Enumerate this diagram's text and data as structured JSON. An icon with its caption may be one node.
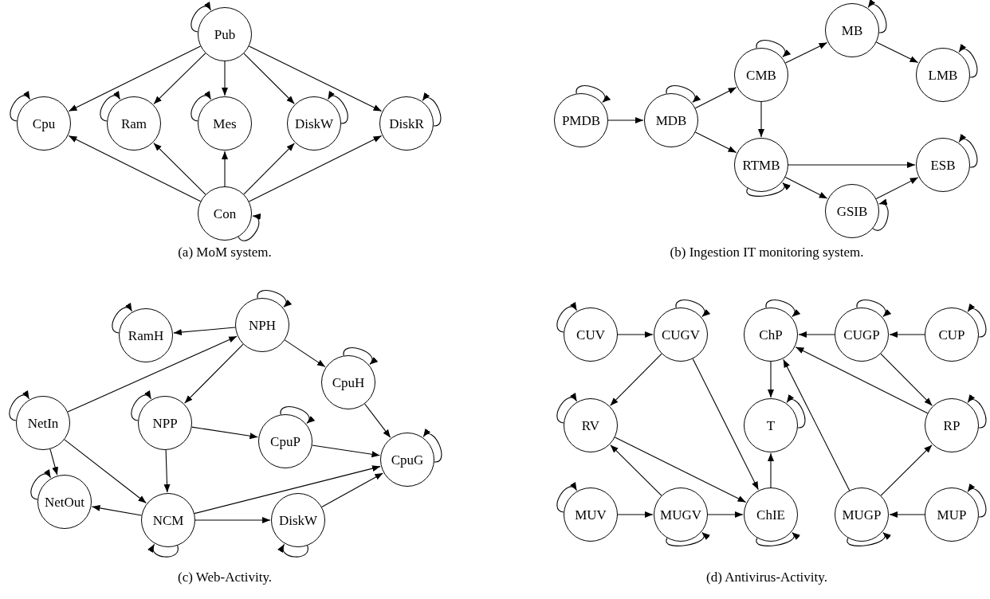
{
  "diagram": {
    "nodes": [
      {
        "text": [
          "Pub"
        ]
      },
      {
        "text": [
          "Cpu"
        ]
      },
      {
        "text": [
          "Ram"
        ]
      },
      {
        "text": [
          "Mes"
        ]
      },
      {
        "text": [
          "DiskW"
        ]
      },
      {
        "text": [
          "DiskR"
        ]
      },
      {
        "text": [
          "Con"
        ]
      },
      {
        "text": [
          "PMDB"
        ]
      },
      {
        "text": [
          "MDB"
        ]
      },
      {
        "text": [
          "CMB"
        ]
      },
      {
        "text": [
          "MB"
        ]
      },
      {
        "text": [
          "LMB"
        ]
      },
      {
        "text": [
          "RTMB"
        ]
      },
      {
        "text": [
          "ESB"
        ]
      },
      {
        "text": [
          "GSIB"
        ]
      },
      {
        "text": [
          "RamH"
        ]
      },
      {
        "text": [
          "NPH"
        ]
      },
      {
        "text": [
          "CpuH"
        ]
      },
      {
        "text": [
          "NetIn"
        ]
      },
      {
        "text": [
          "NPP"
        ]
      },
      {
        "text": [
          "CpuP"
        ]
      },
      {
        "text": [
          "CpuG"
        ]
      },
      {
        "text": [
          "NetOut"
        ]
      },
      {
        "text": [
          "NCM"
        ]
      },
      {
        "text": [
          "DiskW"
        ]
      },
      {
        "text": [
          "CUV"
        ]
      },
      {
        "text": [
          "CUGV"
        ]
      },
      {
        "text": [
          "ChP"
        ]
      },
      {
        "text": [
          "CUGP"
        ]
      },
      {
        "text": [
          "CUP"
        ]
      },
      {
        "text": [
          "RV"
        ]
      },
      {
        "text": [
          "T"
        ]
      },
      {
        "text": [
          "RP"
        ]
      },
      {
        "text": [
          "MUV"
        ]
      },
      {
        "text": [
          "MUGV"
        ]
      },
      {
        "text": [
          "ChIE"
        ]
      },
      {
        "text": [
          "MUGP"
        ]
      },
      {
        "text": [
          "MUP"
        ]
      }
    ],
    "edges": [
      {
        "from": 0,
        "to": 0,
        "arrow": "to"
      },
      {
        "from": 1,
        "to": 1,
        "arrow": "to"
      },
      {
        "from": 2,
        "to": 2,
        "arrow": "to"
      },
      {
        "from": 3,
        "to": 3,
        "arrow": "to"
      },
      {
        "from": 4,
        "to": 4,
        "arrow": "to"
      },
      {
        "from": 5,
        "to": 5,
        "arrow": "to"
      },
      {
        "from": 6,
        "to": 6,
        "arrow": "to"
      },
      {
        "from": 0,
        "to": 1,
        "arrow": "to"
      },
      {
        "from": 0,
        "to": 2,
        "arrow": "to"
      },
      {
        "from": 0,
        "to": 3,
        "arrow": "to"
      },
      {
        "from": 0,
        "to": 4,
        "arrow": "to"
      },
      {
        "from": 0,
        "to": 5,
        "arrow": "to"
      },
      {
        "from": 6,
        "to": 1,
        "arrow": "to"
      },
      {
        "from": 6,
        "to": 2,
        "arrow": "to"
      },
      {
        "from": 6,
        "to": 3,
        "arrow": "to"
      },
      {
        "from": 6,
        "to": 4,
        "arrow": "to"
      },
      {
        "from": 6,
        "to": 5,
        "arrow": "to"
      },
      {
        "from": 7,
        "to": 7,
        "arrow": "to"
      },
      {
        "from": 8,
        "to": 8,
        "arrow": "to"
      },
      {
        "from": 9,
        "to": 9,
        "arrow": "to"
      },
      {
        "from": 10,
        "to": 10,
        "arrow": "to"
      },
      {
        "from": 11,
        "to": 11,
        "arrow": "to"
      },
      {
        "from": 12,
        "to": 12,
        "arrow": "to"
      },
      {
        "from": 13,
        "to": 13,
        "arrow": "to"
      },
      {
        "from": 14,
        "to": 14,
        "arrow": "to"
      },
      {
        "from": 7,
        "to": 8,
        "arrow": "to"
      },
      {
        "from": 8,
        "to": 9,
        "arrow": "to"
      },
      {
        "from": 8,
        "to": 12,
        "arrow": "to"
      },
      {
        "from": 9,
        "to": 10,
        "arrow": "to"
      },
      {
        "from": 9,
        "to": 12,
        "arrow": "to"
      },
      {
        "from": 10,
        "to": 11,
        "arrow": "to"
      },
      {
        "from": 12,
        "to": 13,
        "arrow": "to"
      },
      {
        "from": 12,
        "to": 14,
        "arrow": "to"
      },
      {
        "from": 14,
        "to": 13,
        "arrow": "to"
      },
      {
        "from": 15,
        "to": 15,
        "arrow": "to"
      },
      {
        "from": 16,
        "to": 16,
        "arrow": "to"
      },
      {
        "from": 17,
        "to": 17,
        "arrow": "to"
      },
      {
        "from": 18,
        "to": 18,
        "arrow": "to"
      },
      {
        "from": 19,
        "to": 19,
        "arrow": "to"
      },
      {
        "from": 20,
        "to": 20,
        "arrow": "to"
      },
      {
        "from": 21,
        "to": 21,
        "arrow": "to"
      },
      {
        "from": 22,
        "to": 22,
        "arrow": "to"
      },
      {
        "from": 23,
        "to": 23,
        "arrow": "to"
      },
      {
        "from": 24,
        "to": 24,
        "arrow": "to"
      },
      {
        "from": 16,
        "to": 15,
        "arrow": "to"
      },
      {
        "from": 18,
        "to": 16,
        "arrow": "to"
      },
      {
        "from": 16,
        "to": 19,
        "arrow": "to"
      },
      {
        "from": 16,
        "to": 17,
        "arrow": "to"
      },
      {
        "from": 17,
        "to": 21,
        "arrow": "to"
      },
      {
        "from": 19,
        "to": 20,
        "arrow": "to"
      },
      {
        "from": 20,
        "to": 21,
        "arrow": "to"
      },
      {
        "from": 19,
        "to": 23,
        "arrow": "to"
      },
      {
        "from": 18,
        "to": 22,
        "arrow": "to"
      },
      {
        "from": 18,
        "to": 23,
        "arrow": "to"
      },
      {
        "from": 23,
        "to": 22,
        "arrow": "to"
      },
      {
        "from": 23,
        "to": 21,
        "arrow": "to"
      },
      {
        "from": 23,
        "to": 24,
        "arrow": "to"
      },
      {
        "from": 24,
        "to": 21,
        "arrow": "to"
      },
      {
        "from": 25,
        "to": 25,
        "arrow": "to"
      },
      {
        "from": 26,
        "to": 26,
        "arrow": "to"
      },
      {
        "from": 27,
        "to": 27,
        "arrow": "to"
      },
      {
        "from": 28,
        "to": 28,
        "arrow": "to"
      },
      {
        "from": 29,
        "to": 29,
        "arrow": "to"
      },
      {
        "from": 30,
        "to": 30,
        "arrow": "to"
      },
      {
        "from": 31,
        "to": 31,
        "arrow": "to"
      },
      {
        "from": 32,
        "to": 32,
        "arrow": "to"
      },
      {
        "from": 33,
        "to": 33,
        "arrow": "to"
      },
      {
        "from": 34,
        "to": 34,
        "arrow": "to"
      },
      {
        "from": 35,
        "to": 35,
        "arrow": "to"
      },
      {
        "from": 36,
        "to": 36,
        "arrow": "to"
      },
      {
        "from": 37,
        "to": 37,
        "arrow": "to"
      },
      {
        "from": 25,
        "to": 26,
        "arrow": "to"
      },
      {
        "from": 28,
        "to": 27,
        "arrow": "to"
      },
      {
        "from": 29,
        "to": 28,
        "arrow": "to"
      },
      {
        "from": 26,
        "to": 30,
        "arrow": "to"
      },
      {
        "from": 26,
        "to": 35,
        "arrow": "to"
      },
      {
        "from": 27,
        "to": 31,
        "arrow": "to"
      },
      {
        "from": 28,
        "to": 32,
        "arrow": "to"
      },
      {
        "from": 32,
        "to": 27,
        "arrow": "to"
      },
      {
        "from": 30,
        "to": 35,
        "arrow": "to"
      },
      {
        "from": 34,
        "to": 30,
        "arrow": "to"
      },
      {
        "from": 33,
        "to": 34,
        "arrow": "to"
      },
      {
        "from": 34,
        "to": 35,
        "arrow": "to"
      },
      {
        "from": 35,
        "to": 31,
        "arrow": "to"
      },
      {
        "from": 36,
        "to": 27,
        "arrow": "to"
      },
      {
        "from": 36,
        "to": 32,
        "arrow": "to"
      },
      {
        "from": 37,
        "to": 36,
        "arrow": "to"
      }
    ],
    "labels": [
      "(a) MoM system.",
      "(b) Ingestion IT monitoring system.",
      "(c) Web-Activity.",
      "(d) Antivirus-Activity."
    ]
  }
}
